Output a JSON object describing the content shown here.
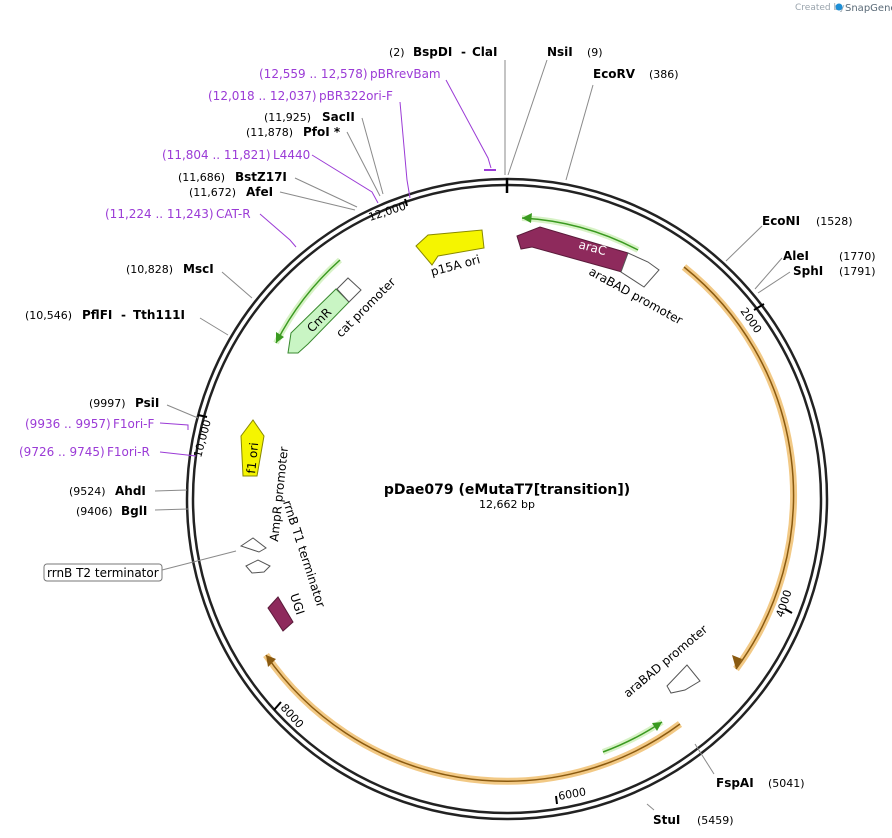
{
  "brand": {
    "prefix": "Created by",
    "name": "SnapGene"
  },
  "plasmid": {
    "name": "pDae079 (eMutaT7[transition])",
    "length_label": "12,662 bp"
  },
  "sites": [
    {
      "name": "BspDI",
      "pos": "(2)"
    },
    {
      "name": "ClaI",
      "pos": ""
    },
    {
      "name": "NsiI",
      "pos": "(9)"
    },
    {
      "name": "EcoRV",
      "pos": "(386)"
    },
    {
      "name": "EcoNI",
      "pos": "(1528)"
    },
    {
      "name": "AleI",
      "pos": "(1770)"
    },
    {
      "name": "SphI",
      "pos": "(1791)"
    },
    {
      "name": "FspAI",
      "pos": "(5041)"
    },
    {
      "name": "StuI",
      "pos": "(5459)"
    },
    {
      "name": "BglI",
      "pos": "(9406)"
    },
    {
      "name": "AhdI",
      "pos": "(9524)"
    },
    {
      "name": "PsiI",
      "pos": "(9997)"
    },
    {
      "name": "PflFI",
      "pos": "(10,546)"
    },
    {
      "name": "Tth111I",
      "pos": ""
    },
    {
      "name": "MscI",
      "pos": "(10,828)"
    },
    {
      "name": "AfeI",
      "pos": "(11,672)"
    },
    {
      "name": "BstZ17I",
      "pos": "(11,686)"
    },
    {
      "name": "PfoI *",
      "pos": "(11,878)"
    },
    {
      "name": "SacII",
      "pos": "(11,925)"
    }
  ],
  "primers": [
    {
      "range": "(12,559 .. 12,578)",
      "name": "pBRrevBam"
    },
    {
      "range": "(12,018 .. 12,037)",
      "name": "pBR322ori-F"
    },
    {
      "range": "(11,804 .. 11,821)",
      "name": "L4440"
    },
    {
      "range": "(11,224 .. 11,243)",
      "name": "CAT-R"
    },
    {
      "range": "(9936 .. 9957)",
      "name": "F1ori-F"
    },
    {
      "range": "(9726 .. 9745)",
      "name": "F1ori-R"
    }
  ],
  "features": {
    "araC": "araC",
    "araBAD_promoter_1": "araBAD promoter",
    "araBAD_promoter_2": "araBAD promoter",
    "p15A_ori": "p15A ori",
    "CmR": "CmR",
    "cat_promoter": "cat promoter",
    "f1_ori": "f1 ori",
    "AmpR_promoter": "AmpR promoter",
    "rrnB_T1_terminator": "rrnB T1 terminator",
    "rrnB_T2_terminator": "rrnB T2 terminator",
    "UGI": "UGI"
  },
  "ticks": [
    "2000",
    "4000",
    "6000",
    "8000",
    "10,000",
    "12,000"
  ],
  "colors": {
    "araC": "#8e2a5c",
    "p15A_ori": "#f5f500",
    "f1_ori": "#f5f500",
    "CmR": "#c9f5c4",
    "UGI": "#8e2a5c",
    "primer": "#9b3bd6",
    "orf_outline": "#f0c070",
    "arc_green": "#3a9a20"
  }
}
